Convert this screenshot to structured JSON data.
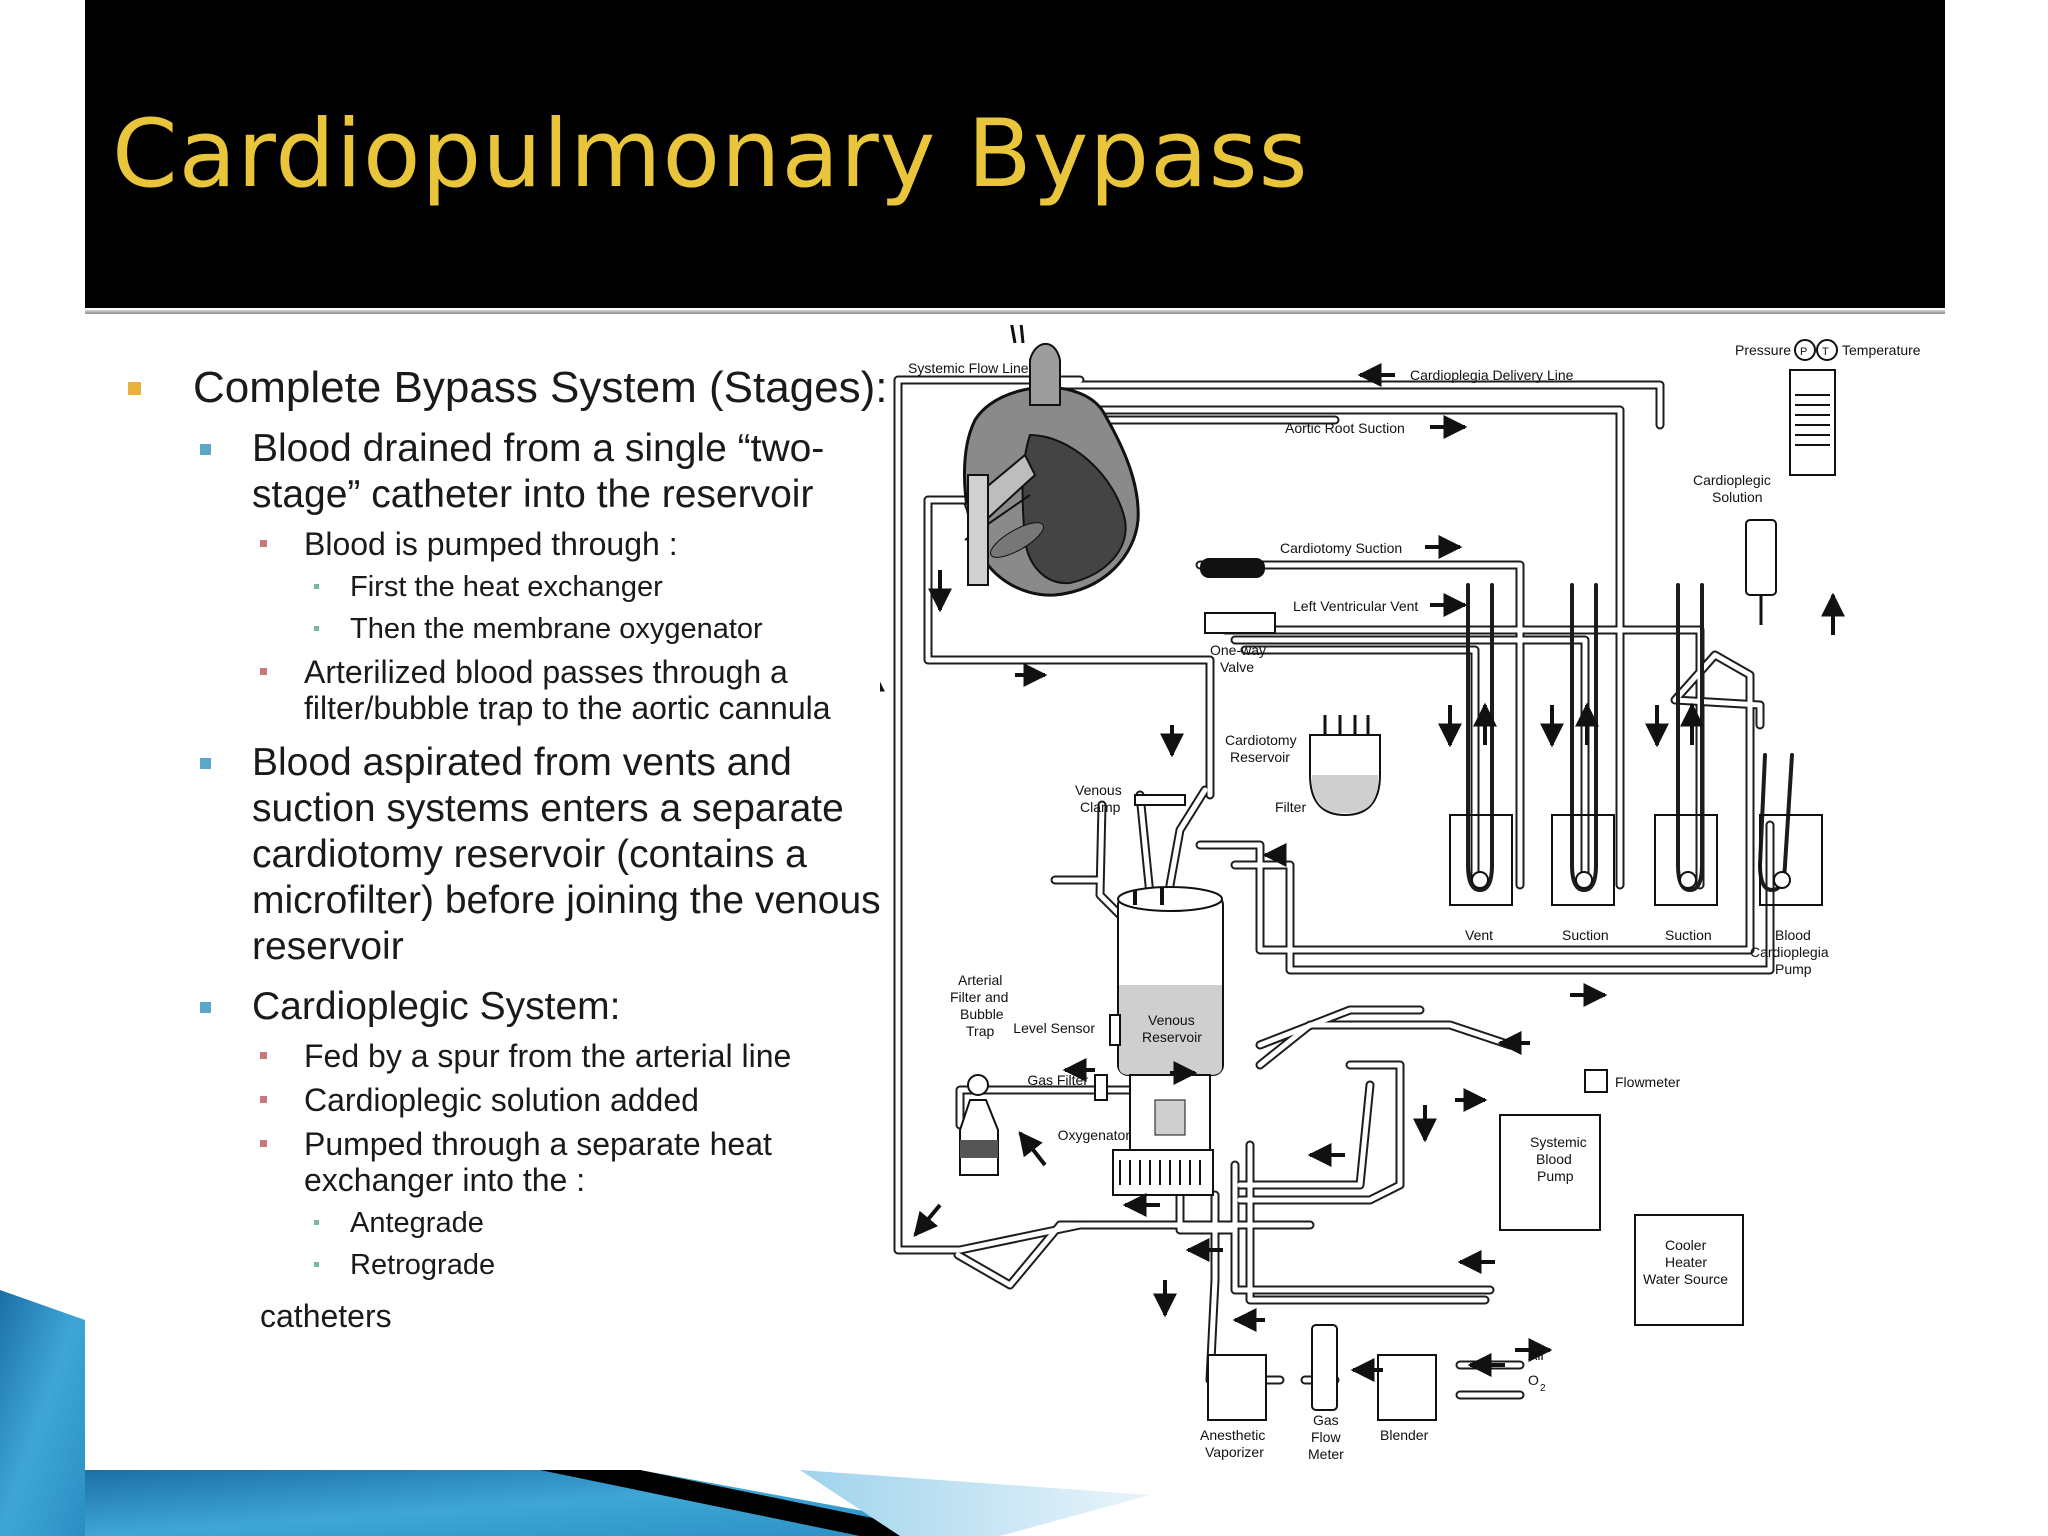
{
  "slide": {
    "title": "Cardiopulmonary Bypass",
    "colors": {
      "header_bg": "#000000",
      "title": "#e8c53a",
      "bullet_level1": "#e8b23a",
      "bullet_level2": "#5aa7c8",
      "bullet_level3": "#c9777f",
      "bullet_level4": "#79b8a0",
      "accent_teal": "#2a8ec4"
    }
  },
  "bullets": {
    "main": "Complete Bypass System (Stages):",
    "stage1": "Blood drained from a single “two-stage” catheter into the reservoir",
    "stage1_sub1": "Blood is pumped through :",
    "stage1_sub1a": "First the heat exchanger",
    "stage1_sub1b": "Then the membrane oxygenator",
    "stage1_sub2": "Arterilized blood passes through a filter/bubble trap to the aortic cannula",
    "stage2": "Blood aspirated from vents and suction systems enters a separate cardiotomy reservoir (contains a microfilter) before joining the venous reservoir",
    "stage3": "Cardioplegic System:",
    "stage3_sub1": "Fed by a spur from the arterial line",
    "stage3_sub2": "Cardioplegic solution added",
    "stage3_sub3": "Pumped through a separate heat exchanger into the :",
    "stage3_sub3a": "Antegrade",
    "stage3_sub3b": "Retrograde",
    "tail": "catheters"
  },
  "diagram": {
    "systemic_flow_line": "Systemic Flow Line",
    "cardioplegia_delivery_line": "Cardioplegia Delivery Line",
    "aortic_root_suction": "Aortic Root Suction",
    "pressure": "Pressure",
    "temperature": "Temperature",
    "gauge_p": "P",
    "gauge_t": "T",
    "cardioplegic_solution_1": "Cardioplegic",
    "cardioplegic_solution_2": "Solution",
    "cardiotomy_suction": "Cardiotomy Suction",
    "left_ventricular_vent": "Left Ventricular Vent",
    "one_way_valve_1": "One-way",
    "one_way_valve_2": "Valve",
    "cardiotomy_reservoir_1": "Cardiotomy",
    "cardiotomy_reservoir_2": "Reservoir",
    "venous_clamp_1": "Venous",
    "venous_clamp_2": "Clamp",
    "filter": "Filter",
    "vent": "Vent",
    "suction_1": "Suction",
    "suction_2": "Suction",
    "blood_cardioplegia_pump_1": "Blood",
    "blood_cardioplegia_pump_2": "Cardioplegia",
    "blood_cardioplegia_pump_3": "Pump",
    "arterial_filter_1": "Arterial",
    "arterial_filter_2": "Filter and",
    "arterial_filter_3": "Bubble",
    "arterial_filter_4": "Trap",
    "level_sensor": "Level Sensor",
    "venous_reservoir_1": "Venous",
    "venous_reservoir_2": "Reservoir",
    "gas_filter": "Gas Filter",
    "oxygenator": "Oxygenator",
    "flowmeter": "Flowmeter",
    "systemic_blood_pump_1": "Systemic",
    "systemic_blood_pump_2": "Blood",
    "systemic_blood_pump_3": "Pump",
    "cooler_heater_1": "Cooler",
    "cooler_heater_2": "Heater",
    "cooler_heater_3": "Water Source",
    "air": "Air",
    "o2": "O",
    "o2_sub": "2",
    "anesthetic_vaporizer_1": "Anesthetic",
    "anesthetic_vaporizer_2": "Vaporizer",
    "gas_flow_meter_1": "Gas",
    "gas_flow_meter_2": "Flow",
    "gas_flow_meter_3": "Meter",
    "blender": "Blender"
  }
}
